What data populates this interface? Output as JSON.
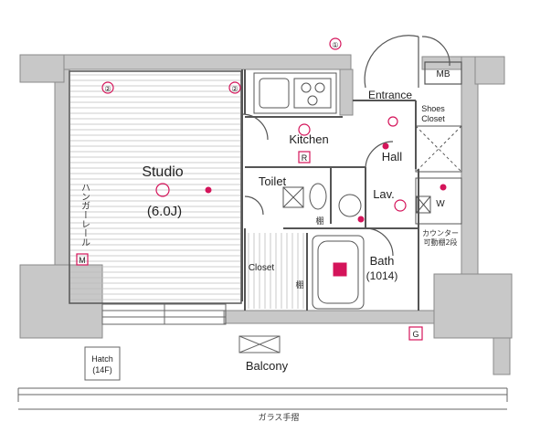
{
  "rooms": {
    "studio": "Studio",
    "studio_size": "(6.0J)",
    "kitchen": "Kitchen",
    "hall": "Hall",
    "toilet": "Toilet",
    "lav": "Lav.",
    "bath": "Bath",
    "bath_size": "(1014)",
    "closet": "Closet",
    "entrance": "Entrance",
    "shoes_closet_line1": "Shoes",
    "shoes_closet_line2": "Closet",
    "mb": "MB",
    "washer": "W",
    "balcony": "Balcony"
  },
  "notes": {
    "hanger_rail": "ハンガーレール",
    "counter_line1": "カウンター",
    "counter_line2": "可動棚2段",
    "glass_railing": "ガラス手摺",
    "hatch_line1": "Hatch",
    "hatch_line2": "(14F)",
    "shelf_toilet": "棚",
    "shelf_closet": "棚"
  },
  "marks": {
    "outlet_1": "①",
    "outlet_2": "②",
    "gas": "G",
    "m": "M",
    "r": "R"
  },
  "colors": {
    "wall": "#c8c8c8",
    "wall_edge": "#8a8a8a",
    "line": "#555555",
    "accent": "#d4145a"
  }
}
